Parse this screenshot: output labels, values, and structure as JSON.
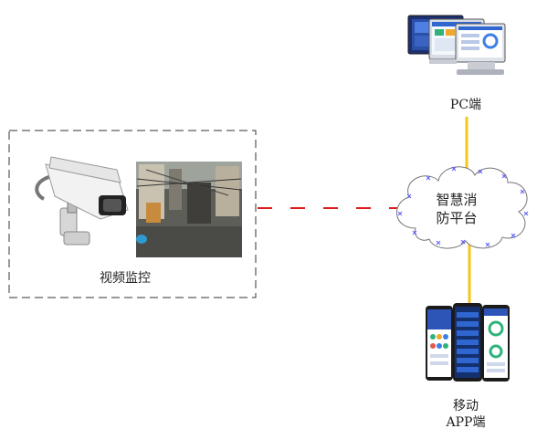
{
  "nodes": {
    "pc": {
      "label": "PC端"
    },
    "platform": {
      "line1": "智慧消",
      "line2": "防平台"
    },
    "camera": {
      "label": "视频监控"
    },
    "app": {
      "line1": "移动",
      "line2": "APP端"
    }
  },
  "colors": {
    "pc_link": "#f5c518",
    "app_link": "#f5c518",
    "camera_link": "#e01b1b",
    "cloud_outline": "#777777",
    "cloud_points": "#5a5aff",
    "group_border": "#333333"
  },
  "icons": {
    "pc": "desktop-monitors-icon",
    "platform": "cloud-icon",
    "camera": "cctv-camera-icon",
    "scene": "surveillance-scene-photo",
    "app": "smartphones-icon"
  }
}
